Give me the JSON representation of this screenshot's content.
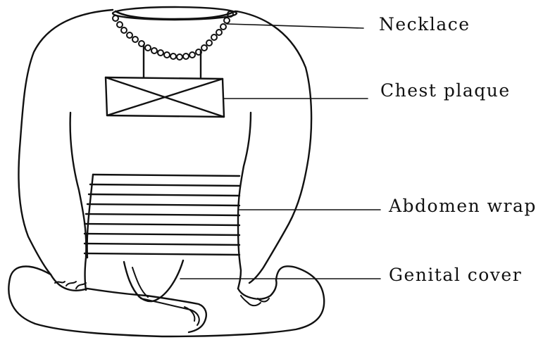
{
  "labels": {
    "necklace": "Necklace",
    "chest_plaque": "Chest plaque",
    "abdomen_wrap": "Abdomen wrap",
    "genital_cover": "Genital cover"
  }
}
